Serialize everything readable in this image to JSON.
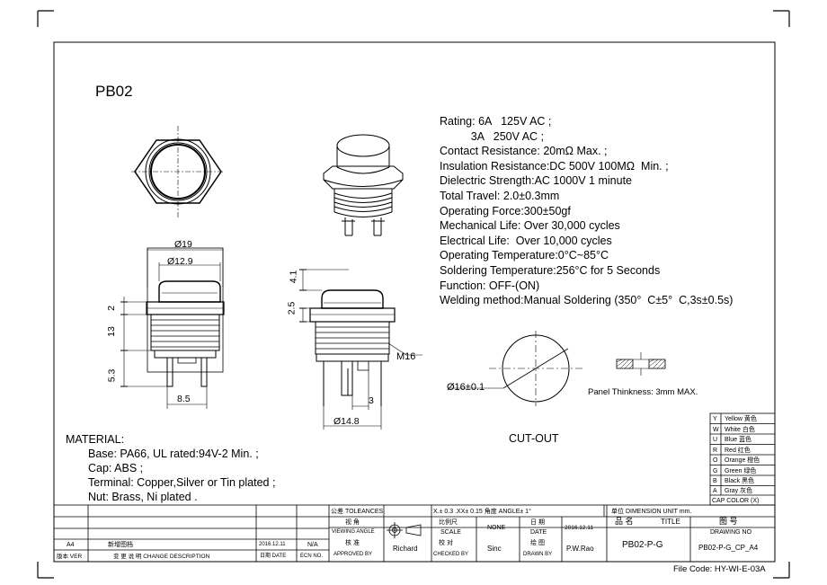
{
  "title": "PB02",
  "specs": [
    "Rating: 6A   125V AC ;",
    "          3A   250V AC ;",
    "Contact Resistance: 20mΩ Max. ;",
    "Insulation Resistance:DC 500V 100MΩ  Min. ;",
    "Dielectric Strength:AC 1000V 1 minute",
    "Total Travel: 2.0±0.3mm",
    "Operating Force:300±50gf",
    "Mechanical Life: Over 30,000 cycles",
    "Electrical Life:  Over 10,000 cycles",
    "Operating Temperature:0°C~85°C",
    "Soldering Temperature:256°C for 5 Seconds",
    "Function: OFF-(ON)",
    "Welding method:Manual Soldering (350°  C±5°  C,3s±0.5s)"
  ],
  "material": {
    "heading": "MATERIAL:",
    "lines": [
      "Base: PA66, UL rated:94V-2 Min. ;",
      "Cap: ABS ;",
      "Terminal: Copper,Silver or Tin plated ;",
      "Nut: Brass, Ni plated ."
    ]
  },
  "dimensions": {
    "d19": "Ø19",
    "d12_9": "Ø12.9",
    "h2": "2",
    "h13": "13",
    "h5_3": "5.3",
    "w8_5": "8.5",
    "h4_1": "4.1",
    "h2_5": "2.5",
    "m16": "M16",
    "w3": "3",
    "d14_8": "Ø14.8"
  },
  "cutout": {
    "label": "CUT-OUT",
    "diameter": "Ø16±0.1",
    "panel": "Panel Thinkness: 3mm MAX."
  },
  "cap_colors": {
    "heading": "CAP COLOR (X)",
    "items": [
      {
        "code": "Y",
        "name": "Yellow 黄色"
      },
      {
        "code": "W",
        "name": "White 白色"
      },
      {
        "code": "U",
        "name": "Blue 蓝色"
      },
      {
        "code": "R",
        "name": "Red 红色"
      },
      {
        "code": "O",
        "name": "Orange 橙色"
      },
      {
        "code": "G",
        "name": "Green 绿色"
      },
      {
        "code": "B",
        "name": "Black 黑色"
      },
      {
        "code": "A",
        "name": "Gray 灰色"
      }
    ]
  },
  "title_block": {
    "tolerances": "公差 TOLEANCES",
    "tol_values": "X.± 0.3   .XX± 0.15   角度 ANGLE± 1°",
    "unit": "单位 DIMENSION UNIT   mm.",
    "view_angle_cn": "视 角",
    "view_angle_en": "VIEWING ANGLE",
    "scale_cn": "比例尺",
    "scale_en": "SCALE",
    "scale_val": "NONE",
    "date_cn": "日 期",
    "date_en": "DATE",
    "date_val": "2016.12.11",
    "name_cn": "品  名",
    "title_en": "TITLE",
    "drawing_no_cn": "图  号",
    "drawing_no_en": "DRAWING NO",
    "approved_cn": "核 准",
    "approved_en": "APPROVED BY",
    "approved_by": "Richard",
    "checked_cn": "校 对",
    "checked_en": "CHECKED BY",
    "checked_by": "Sinc",
    "drawn_cn": "绘 图",
    "drawn_en": "DRAWN BY",
    "drawn_by": "P.W.Rao",
    "part_title": "PB02-P-G",
    "drawing_no": "PB02-P-G_CP_A4",
    "rev_a4": "A4",
    "rev_desc": "新增图档",
    "rev_date": "2016.12.11",
    "rev_ecn": "N/A",
    "hdr_ver": "版本 VER",
    "hdr_desc": "变 更 说 明  CHANGE DESCRIPTION",
    "hdr_date": "日期 DATE",
    "hdr_ecn": "ECN NO."
  },
  "file_code": "File Code: HY-WI-E-03A"
}
